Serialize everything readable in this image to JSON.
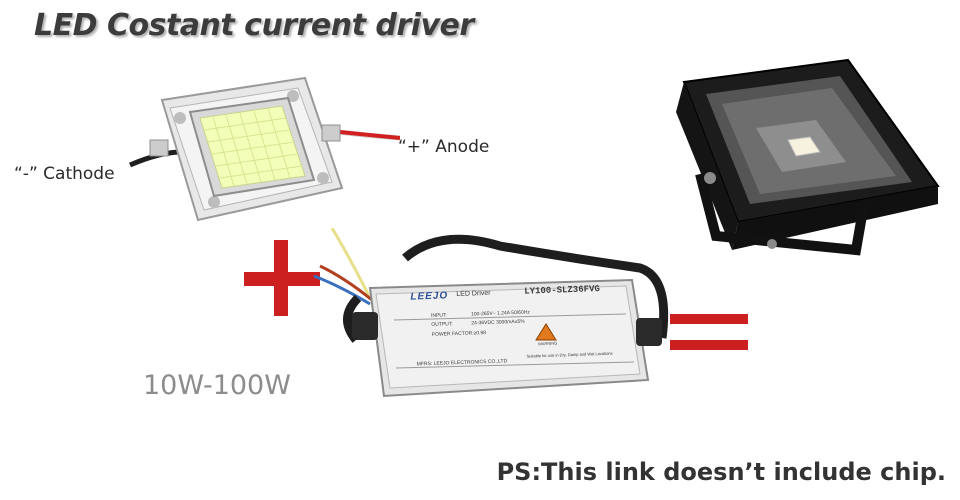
{
  "title": "LED Costant current driver",
  "chip": {
    "anode_label": "“+” Anode",
    "cathode_label": "“-” Cathode",
    "wattage": "10W-100W"
  },
  "driver": {
    "brand": "LEEJO",
    "product": "LED Driver",
    "model": "LY100-SLZ36FVG",
    "input_label": "INPUT:",
    "input_value": "100-265V~ 1.24A 50/60Hz",
    "output_label": "OUTPUT:",
    "output_value": "24-36VDC 3000mA±5%",
    "power_factor": "POWER FACTOR:≥0.98",
    "manufacturer": "MFRS: LEEJO ELECTRONICS CO.,LTD",
    "warning": "WARNING",
    "usage_note": "Suitable for use in Dry, Damp and Wet Locations"
  },
  "operators": {
    "plus": "+",
    "equals": "="
  },
  "note": "PS:This link doesn’t include chip.",
  "colors": {
    "operator_red": "#cc1f1f",
    "chip_phosphor": "#f3ffb8",
    "driver_body": "#e6e6e6",
    "floodlight_body": "#1c1c1c",
    "floodlight_led": "#f7f2df"
  }
}
